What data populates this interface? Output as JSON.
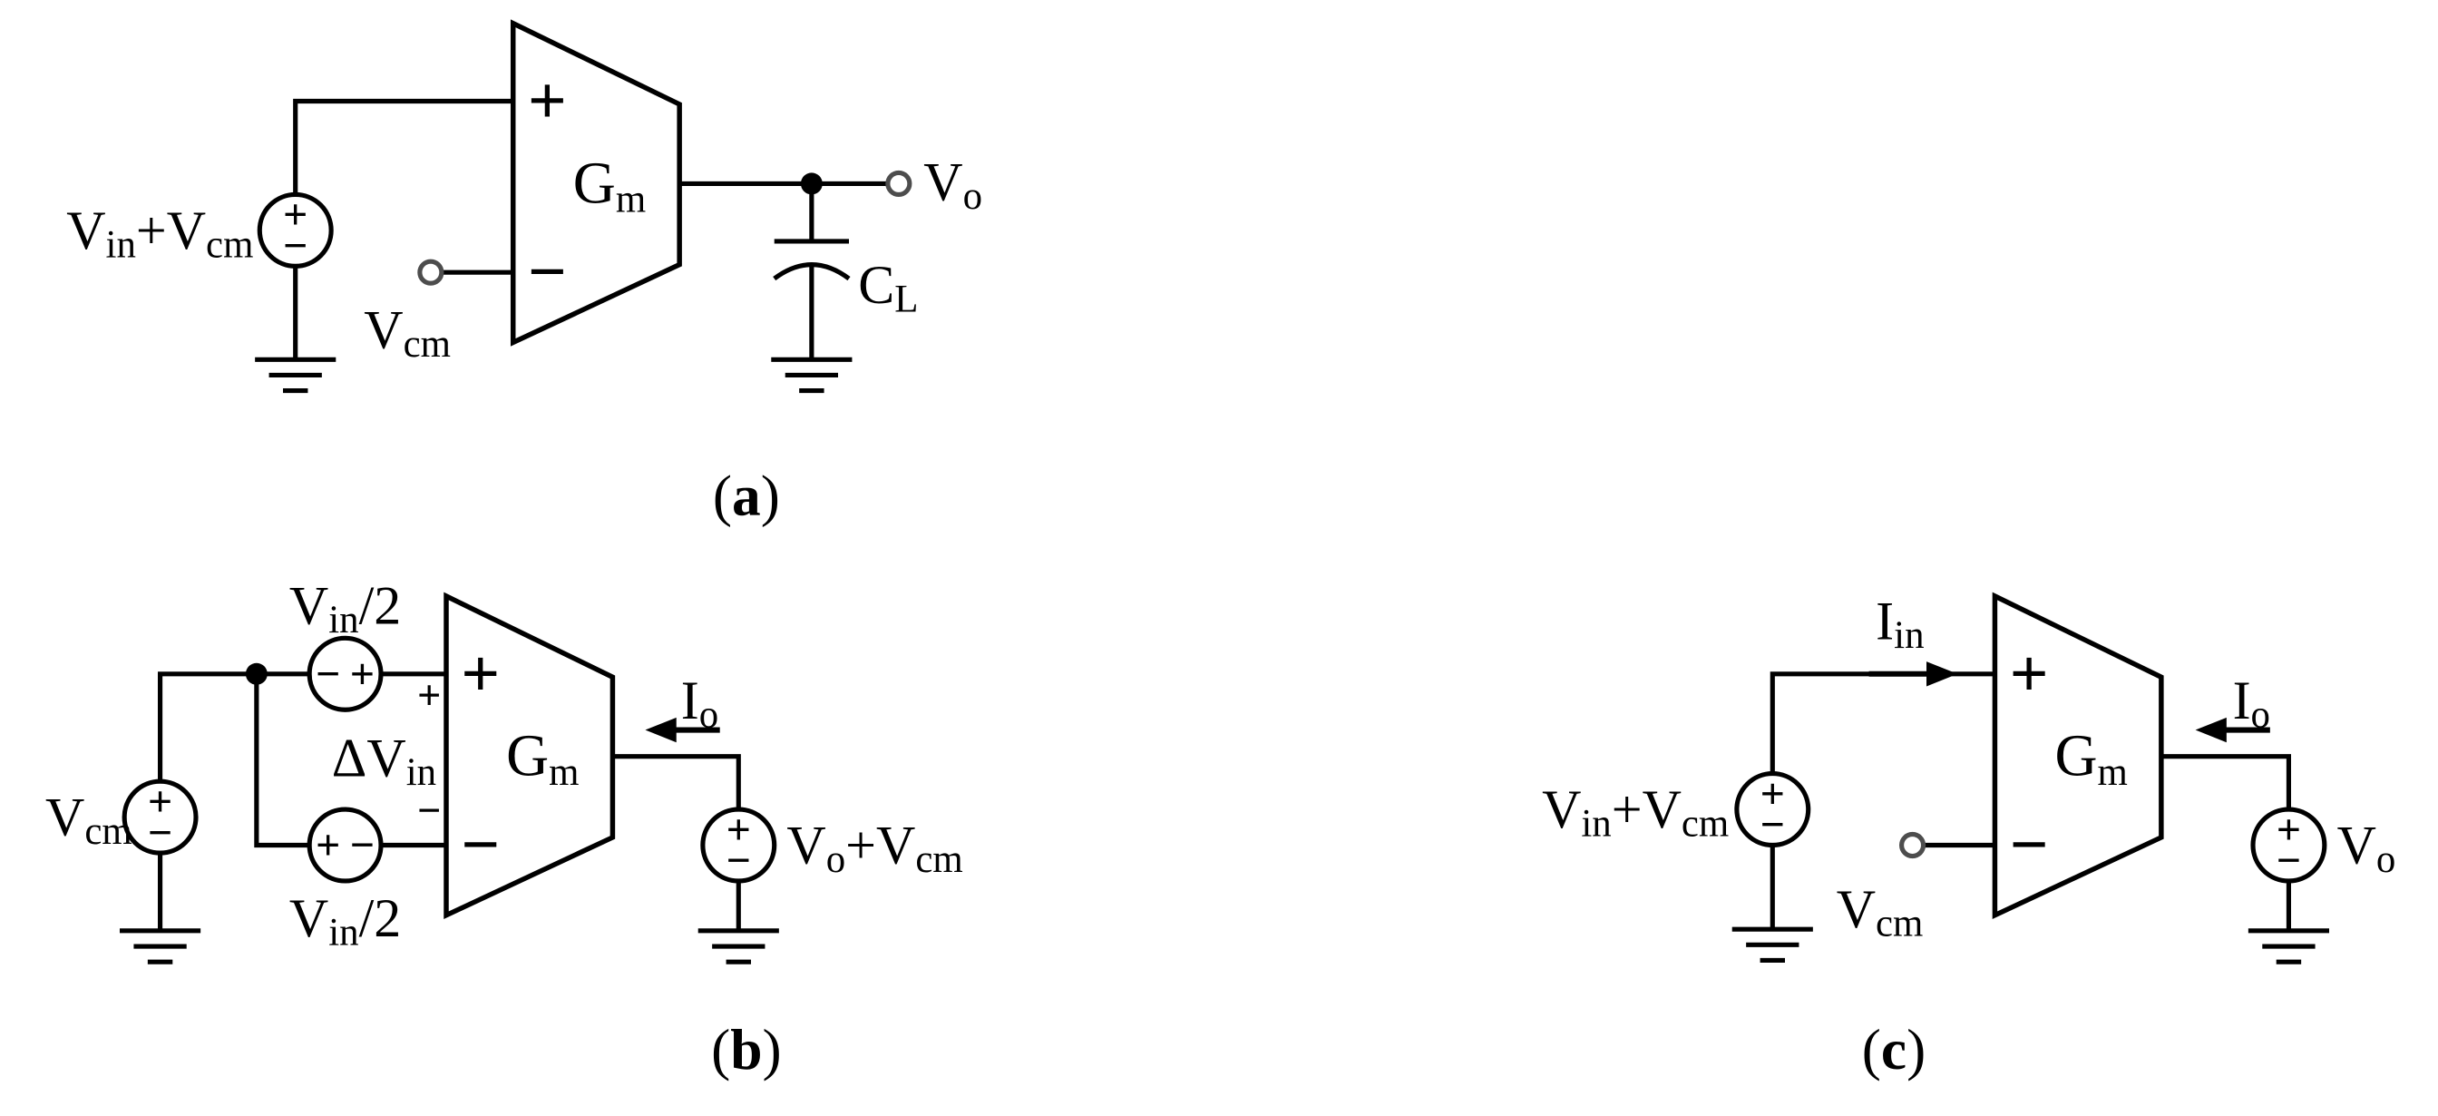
{
  "page": {
    "background": "#ffffff",
    "ink_color": "#000000",
    "terminal_color": "#4d4d4d"
  },
  "symbols": {
    "plus": "+",
    "minus": "−"
  },
  "circuits": {
    "a": {
      "caption": [
        "(",
        "a",
        ")"
      ],
      "input_source_label": [
        "V",
        "in",
        "+V",
        "cm"
      ],
      "neg_terminal_label": [
        "V",
        "cm"
      ],
      "amp_label": [
        "G",
        "m"
      ],
      "output_label": [
        "V",
        "o"
      ],
      "capacitor_label": [
        "C",
        "L"
      ]
    },
    "b": {
      "caption": [
        "(",
        "b",
        ")"
      ],
      "cm_source_label": [
        "V",
        "cm"
      ],
      "top_source_label": [
        "V",
        "in",
        "/2"
      ],
      "bottom_source_label": [
        "V",
        "in",
        "/2"
      ],
      "diff_input_label": [
        "ΔV",
        "in"
      ],
      "amp_label": [
        "G",
        "m"
      ],
      "output_current_label": [
        "I",
        "o"
      ],
      "output_source_label": [
        "V",
        "o",
        "+V",
        "cm"
      ]
    },
    "c": {
      "caption": [
        "(",
        "c",
        ")"
      ],
      "input_source_label": [
        "V",
        "in",
        "+V",
        "cm"
      ],
      "input_current_label": [
        "I",
        "in"
      ],
      "neg_terminal_label": [
        "V",
        "cm"
      ],
      "amp_label": [
        "G",
        "m"
      ],
      "output_current_label": [
        "I",
        "o"
      ],
      "output_source_label": [
        "V",
        "o"
      ]
    }
  }
}
